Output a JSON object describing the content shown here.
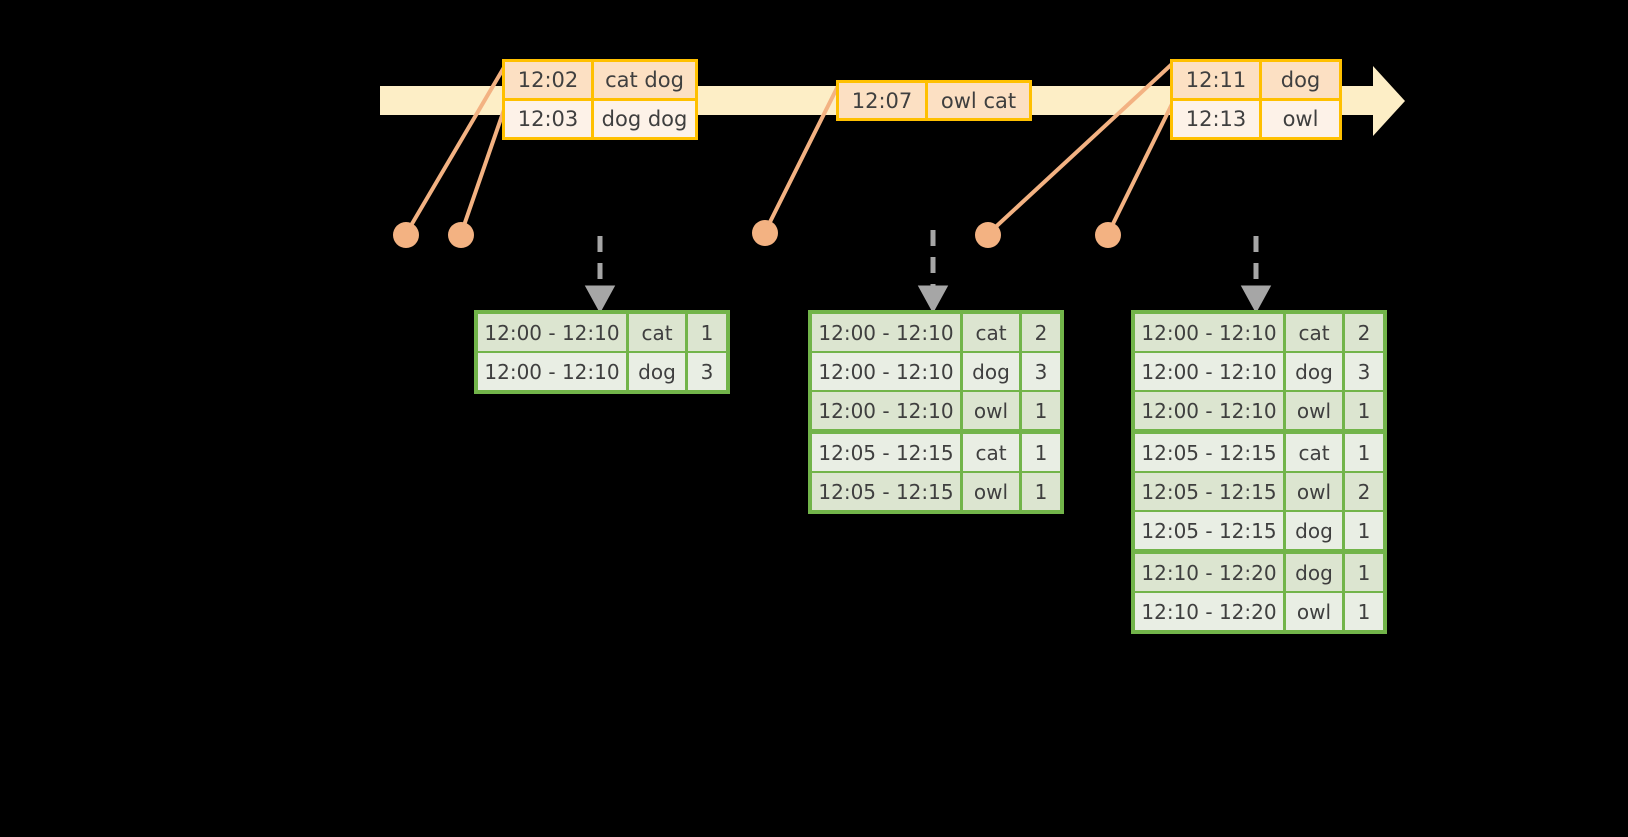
{
  "diagram": {
    "title": "sliding-window-aggregation-timeline",
    "colors": {
      "background": "#000000",
      "timeline_bar": "#fdeec6",
      "event_border": "#ffc000",
      "event_fill_shaded": "#fce0c3",
      "event_fill_plain": "#fdf2e8",
      "connector": "#f3b282",
      "dot": "#f3b282",
      "table_border": "#72b44a",
      "table_fill_shaded": "#dce5d0",
      "table_fill_plain": "#e9eee4",
      "dashed_arrow": "#a6a6a6",
      "text": "#3f3f3f"
    }
  },
  "timeline": {
    "name": "event-stream-timeline",
    "direction": "left-to-right",
    "event_boxes": [
      {
        "name": "event-box-1",
        "rows": [
          {
            "time": "12:02",
            "payload": "cat dog"
          },
          {
            "time": "12:03",
            "payload": "dog dog"
          }
        ]
      },
      {
        "name": "event-box-2",
        "rows": [
          {
            "time": "12:07",
            "payload": "owl cat"
          }
        ]
      },
      {
        "name": "event-box-3",
        "rows": [
          {
            "time": "12:11",
            "payload": "dog"
          },
          {
            "time": "12:13",
            "payload": "owl"
          }
        ]
      }
    ]
  },
  "results": [
    {
      "name": "result-table-1",
      "rows": [
        {
          "window": "12:00 - 12:10",
          "key": "cat",
          "count": "1"
        },
        {
          "window": "12:00 - 12:10",
          "key": "dog",
          "count": "3"
        }
      ]
    },
    {
      "name": "result-table-2",
      "rows": [
        {
          "window": "12:00 - 12:10",
          "key": "cat",
          "count": "2"
        },
        {
          "window": "12:00 - 12:10",
          "key": "dog",
          "count": "3"
        },
        {
          "window": "12:00 - 12:10",
          "key": "owl",
          "count": "1"
        },
        {
          "window": "12:05 - 12:15",
          "key": "cat",
          "count": "1"
        },
        {
          "window": "12:05 - 12:15",
          "key": "owl",
          "count": "1"
        }
      ]
    },
    {
      "name": "result-table-3",
      "rows": [
        {
          "window": "12:00 - 12:10",
          "key": "cat",
          "count": "2"
        },
        {
          "window": "12:00 - 12:10",
          "key": "dog",
          "count": "3"
        },
        {
          "window": "12:00 - 12:10",
          "key": "owl",
          "count": "1"
        },
        {
          "window": "12:05 - 12:15",
          "key": "cat",
          "count": "1"
        },
        {
          "window": "12:05 - 12:15",
          "key": "owl",
          "count": "2"
        },
        {
          "window": "12:05 - 12:15",
          "key": "dog",
          "count": "1"
        },
        {
          "window": "12:10 - 12:20",
          "key": "dog",
          "count": "1"
        },
        {
          "window": "12:10 - 12:20",
          "key": "owl",
          "count": "1"
        }
      ]
    }
  ]
}
